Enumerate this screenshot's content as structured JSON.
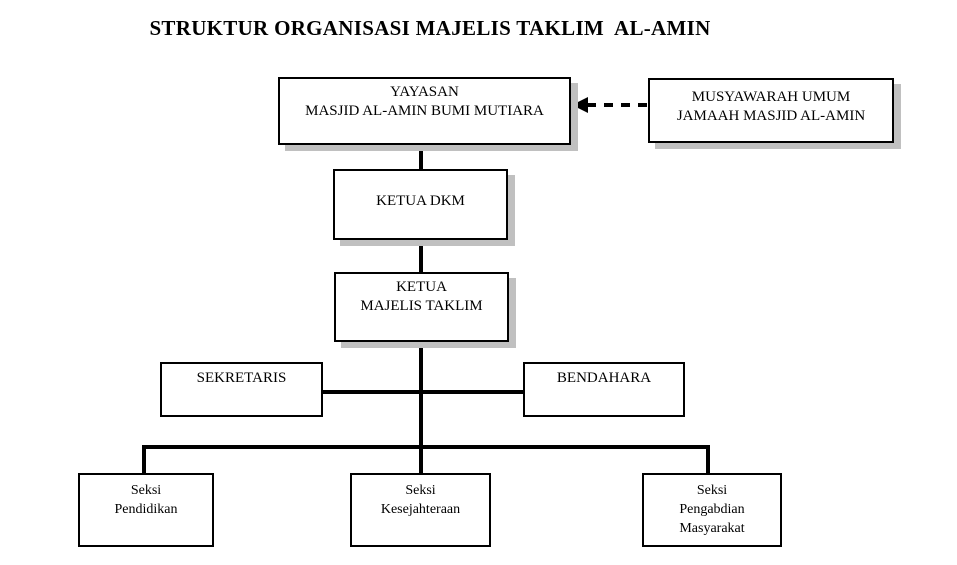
{
  "title": "STRUKTUR ORGANISASI MAJELIS TAKLIM  AL-AMIN",
  "colors": {
    "text": "#000000",
    "box_border": "#000000",
    "box_background": "#ffffff",
    "box_shadow": "#c0c0c0",
    "connector": "#000000",
    "page_background": "#ffffff"
  },
  "diagram": {
    "type": "org-chart",
    "nodes": {
      "yayasan": {
        "lines": [
          "YAYASAN",
          "MASJID AL-AMIN BUMI MUTIARA"
        ],
        "shadow": true
      },
      "musyawarah": {
        "lines": [
          "MUSYAWARAH UMUM",
          "JAMAAH MASJID AL-AMIN"
        ],
        "shadow": true
      },
      "ketua_dkm": {
        "lines": [
          "KETUA DKM"
        ],
        "shadow": true
      },
      "ketua_majelis_taklim": {
        "lines": [
          "KETUA",
          "MAJELIS TAKLIM"
        ],
        "shadow": true
      },
      "sekretaris": {
        "lines": [
          "SEKRETARIS"
        ],
        "shadow": false
      },
      "bendahara": {
        "lines": [
          "BENDAHARA"
        ],
        "shadow": false
      },
      "seksi_pendidikan": {
        "lines": [
          "Seksi",
          "Pendidikan"
        ],
        "shadow": false
      },
      "seksi_kesejahteraan": {
        "lines": [
          "Seksi",
          "Kesejahteraan"
        ],
        "shadow": false
      },
      "seksi_pengabdian_masyarakat": {
        "lines": [
          "Seksi",
          "Pengabdian",
          "Masyarakat"
        ],
        "shadow": false
      }
    },
    "edges": [
      {
        "from": "musyawarah",
        "to": "yayasan",
        "style": "dashed-arrow"
      },
      {
        "from": "yayasan",
        "to": "ketua_dkm",
        "style": "solid"
      },
      {
        "from": "ketua_dkm",
        "to": "ketua_majelis_taklim",
        "style": "solid"
      },
      {
        "from": "ketua_majelis_taklim",
        "to": "sekretaris",
        "style": "solid"
      },
      {
        "from": "ketua_majelis_taklim",
        "to": "bendahara",
        "style": "solid"
      },
      {
        "from": "ketua_majelis_taklim",
        "to": "seksi_pendidikan",
        "style": "solid"
      },
      {
        "from": "ketua_majelis_taklim",
        "to": "seksi_kesejahteraan",
        "style": "solid"
      },
      {
        "from": "ketua_majelis_taklim",
        "to": "seksi_pengabdian_masyarakat",
        "style": "solid"
      }
    ]
  }
}
